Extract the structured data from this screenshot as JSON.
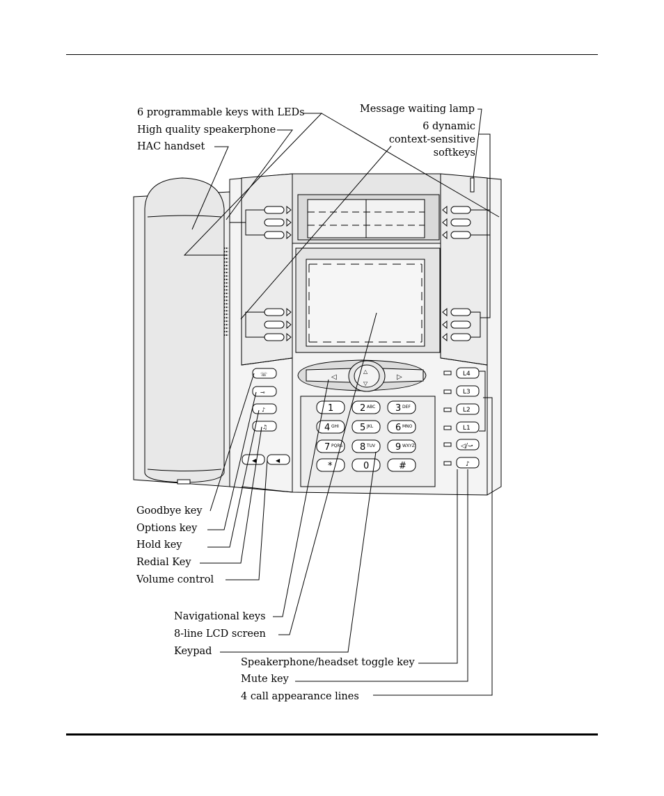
{
  "labels": {
    "programmable_keys": "6 programmable keys with LEDs",
    "speakerphone": "High quality speakerphone",
    "handset": "HAC handset",
    "message_lamp": "Message waiting lamp",
    "softkeys_line1": "6 dynamic",
    "softkeys_line2": "context-sensitive",
    "softkeys_line3": "softkeys",
    "goodbye": "Goodbye key",
    "options": "Options key",
    "hold": "Hold key",
    "redial": "Redial Key",
    "volume": "Volume control",
    "navigational": "Navigational keys",
    "lcd": "8-line LCD screen",
    "keypad": "Keypad",
    "speaker_toggle": "Speakerphone/headset toggle key",
    "mute": "Mute key",
    "call_lines": "4 call appearance lines"
  },
  "phone": {
    "line_keys": [
      "L4",
      "L3",
      "L2",
      "L1"
    ],
    "keypad": [
      {
        "digit": "1",
        "letters": ""
      },
      {
        "digit": "2",
        "letters": "ABC"
      },
      {
        "digit": "3",
        "letters": "DEF"
      },
      {
        "digit": "4",
        "letters": "GHI"
      },
      {
        "digit": "5",
        "letters": "JKL"
      },
      {
        "digit": "6",
        "letters": "MNO"
      },
      {
        "digit": "7",
        "letters": "PQRS"
      },
      {
        "digit": "8",
        "letters": "TUV"
      },
      {
        "digit": "9",
        "letters": "WXYZ"
      },
      {
        "digit": "*",
        "letters": ""
      },
      {
        "digit": "0",
        "letters": ""
      },
      {
        "digit": "#",
        "letters": ""
      }
    ]
  }
}
